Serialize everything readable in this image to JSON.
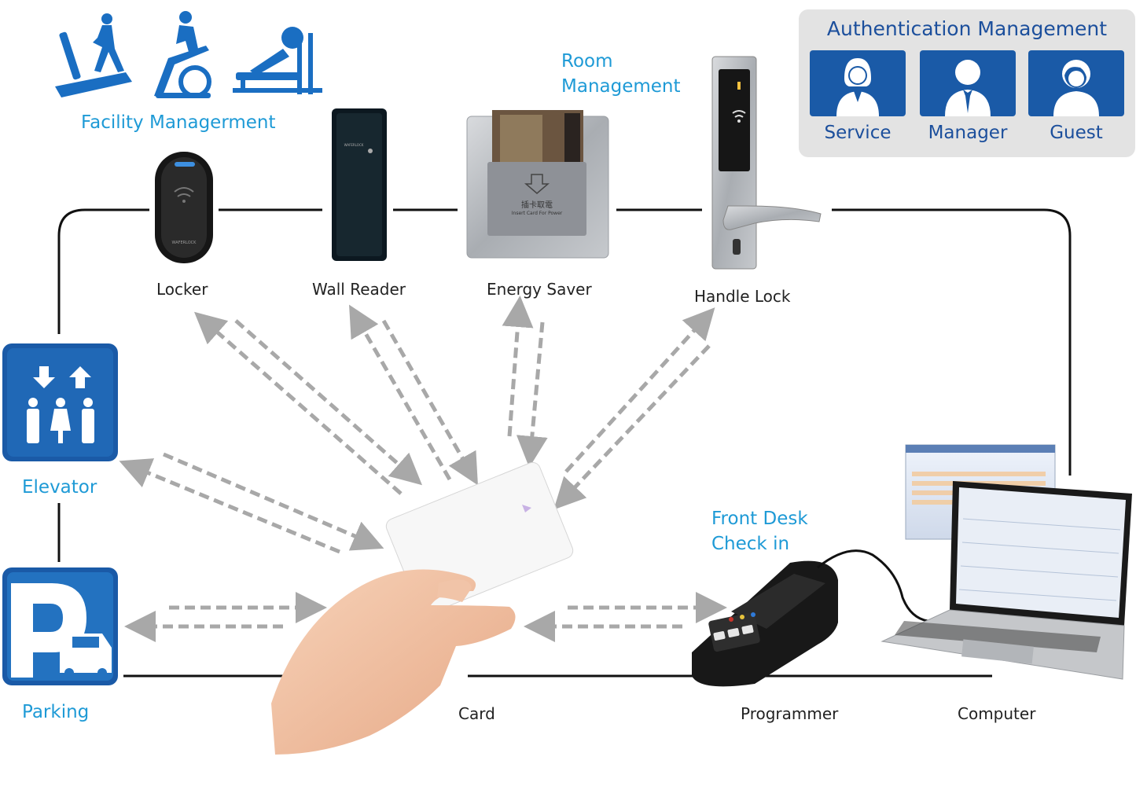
{
  "labels": {
    "facility": "Facility Managerment",
    "room": [
      "Room",
      "Management"
    ],
    "elevator": "Elevator",
    "parking": "Parking",
    "front_desk": [
      "Front Desk",
      "Check in"
    ],
    "locker": "Locker",
    "wall_reader": "Wall Reader",
    "energy_saver": "Energy Saver",
    "handle_lock": "Handle Lock",
    "card": "Card",
    "programmer": "Programmer",
    "computer": "Computer"
  },
  "auth": {
    "title": "Authentication Management",
    "roles": [
      "Service",
      "Manager",
      "Guest"
    ]
  },
  "device_text": {
    "brand": "WAFERLOCK",
    "energy_chinese": "插卡取電",
    "energy_english": "Insert Card For Power"
  },
  "colors": {
    "blue_label": "#1e9ad6",
    "dark_blue": "#1c4f9c",
    "tile_blue": "#1a5aa7",
    "arrow_gray": "#a8a8a8",
    "line": "#111111"
  }
}
